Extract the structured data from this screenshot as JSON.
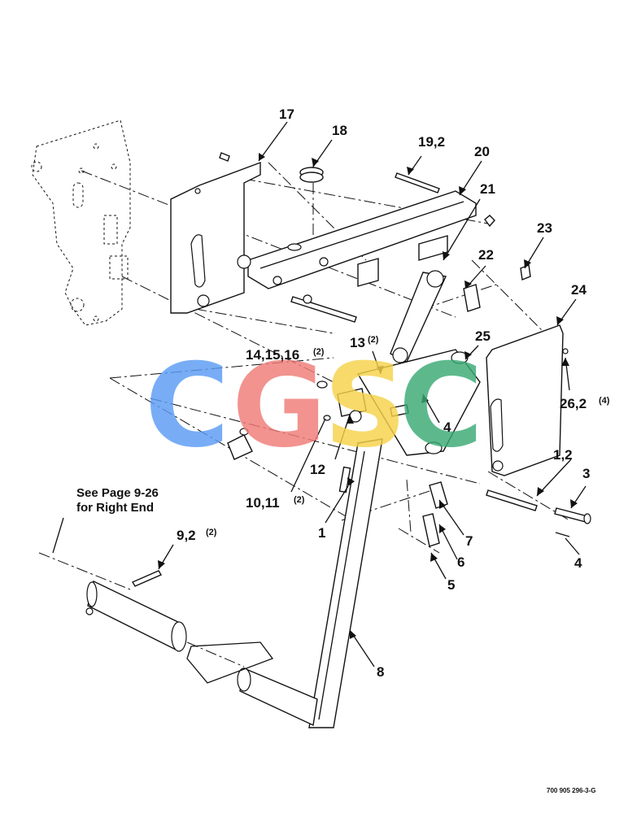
{
  "callouts": {
    "c1": "1",
    "c1_2": "1,2",
    "c3": "3",
    "c4_top": "4",
    "c4_bottom": "4",
    "c5": "5",
    "c6": "6",
    "c7": "7",
    "c8": "8",
    "c9": "9,2",
    "c9_qty": "(2)",
    "c10": "10,11",
    "c10_qty": "(2)",
    "c12": "12",
    "c13": "13",
    "c13_qty": "(2)",
    "c14": "14,15,16",
    "c14_qty": "(2)",
    "c17": "17",
    "c18": "18",
    "c19": "19,2",
    "c20": "20",
    "c21": "21",
    "c22": "22",
    "c23": "23",
    "c24": "24",
    "c25": "25",
    "c26": "26,2",
    "c26_qty": "(4)"
  },
  "note": {
    "line1": "See Page 9-26",
    "line2": "for Right End"
  },
  "drawing_code": "700 905 296-3-G",
  "watermark": {
    "letters": [
      "C",
      "G",
      "S",
      "C"
    ],
    "colors": [
      "#5b9cf5",
      "#f07c78",
      "#f6d24a",
      "#3aaa73"
    ]
  }
}
